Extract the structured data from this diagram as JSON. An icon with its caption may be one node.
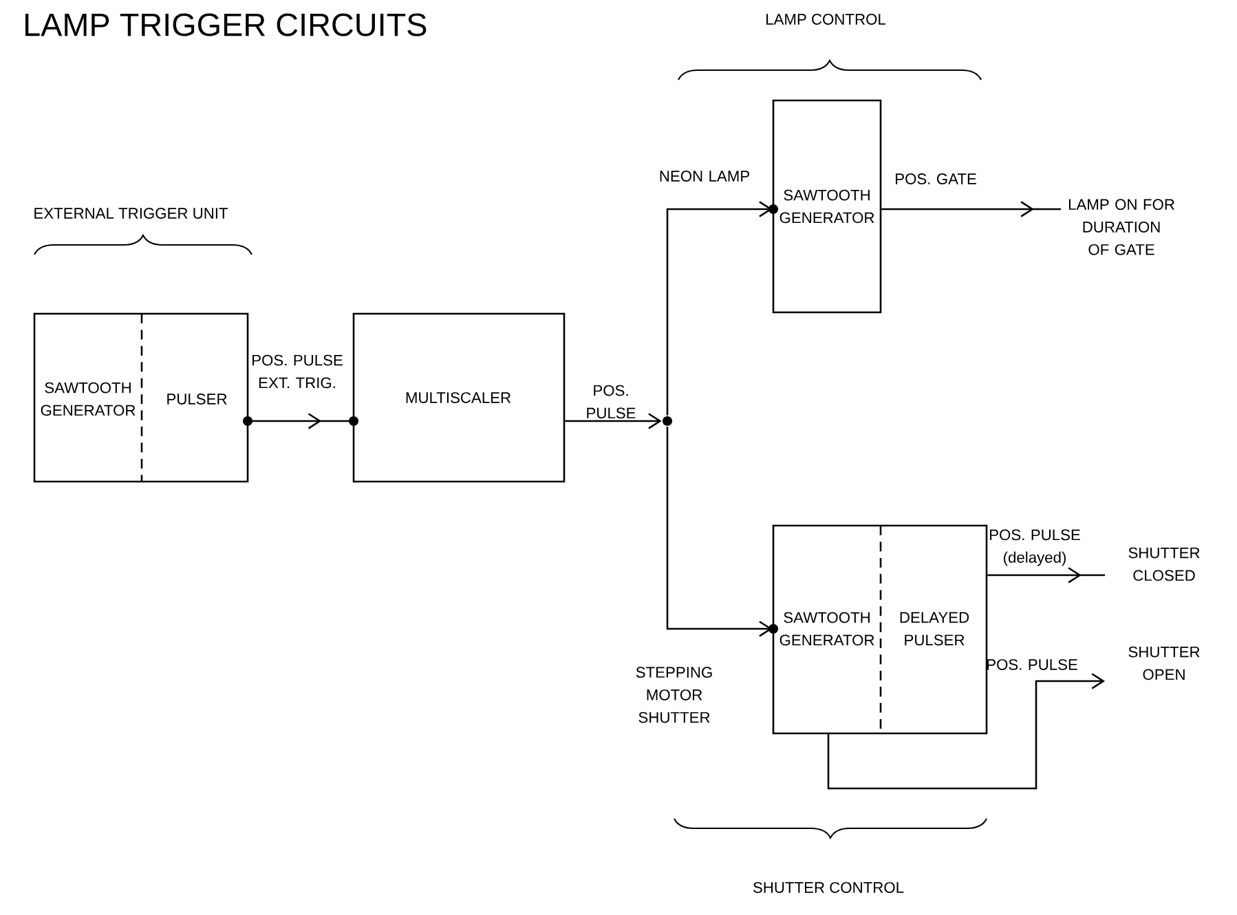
{
  "diagram": {
    "title": "LAMP TRIGGER CIRCUITS",
    "nodes": [
      {
        "text": [
          "EXTERNAL TRIGGER UNIT",
          "SAWTOOTH GENERATOR",
          "PULSER"
        ]
      },
      {
        "text": [
          "MULTISCALER"
        ]
      },
      {
        "text": [],
        "shape": "circle"
      },
      {
        "text": [
          "LAMP CONTROL",
          "SAWTOOTH GENERATOR"
        ]
      },
      {
        "text": [
          "LAMP ON FOR DURATION OF GATE"
        ]
      },
      {
        "text": [
          "SAWTOOTH GENERATOR",
          "DELAYED PULSER",
          "SHUTTER CONTROL"
        ]
      },
      {
        "text": [
          "SHUTTER CLOSED"
        ]
      },
      {
        "text": [
          "SHUTTER OPEN"
        ]
      }
    ],
    "edges": [
      {
        "from": 0,
        "to": 1,
        "arrow": "to",
        "label": "POS. PULSE EXT. TRIG."
      },
      {
        "from": 1,
        "to": 2,
        "arrow": "to",
        "label": "POS. PULSE"
      },
      {
        "from": 2,
        "to": 3,
        "arrow": "to",
        "label": "NEON LAMP"
      },
      {
        "from": 2,
        "to": 5,
        "arrow": "to",
        "label": "STEPPING MOTOR SHUTTER"
      },
      {
        "from": 3,
        "to": 4,
        "arrow": "to",
        "label": "POS. GATE"
      },
      {
        "from": 5,
        "to": 6,
        "arrow": "to",
        "label": "POS. PULSE (delayed)"
      },
      {
        "from": 5,
        "to": 7,
        "arrow": "to",
        "label": "POS. PULSE"
      }
    ]
  }
}
